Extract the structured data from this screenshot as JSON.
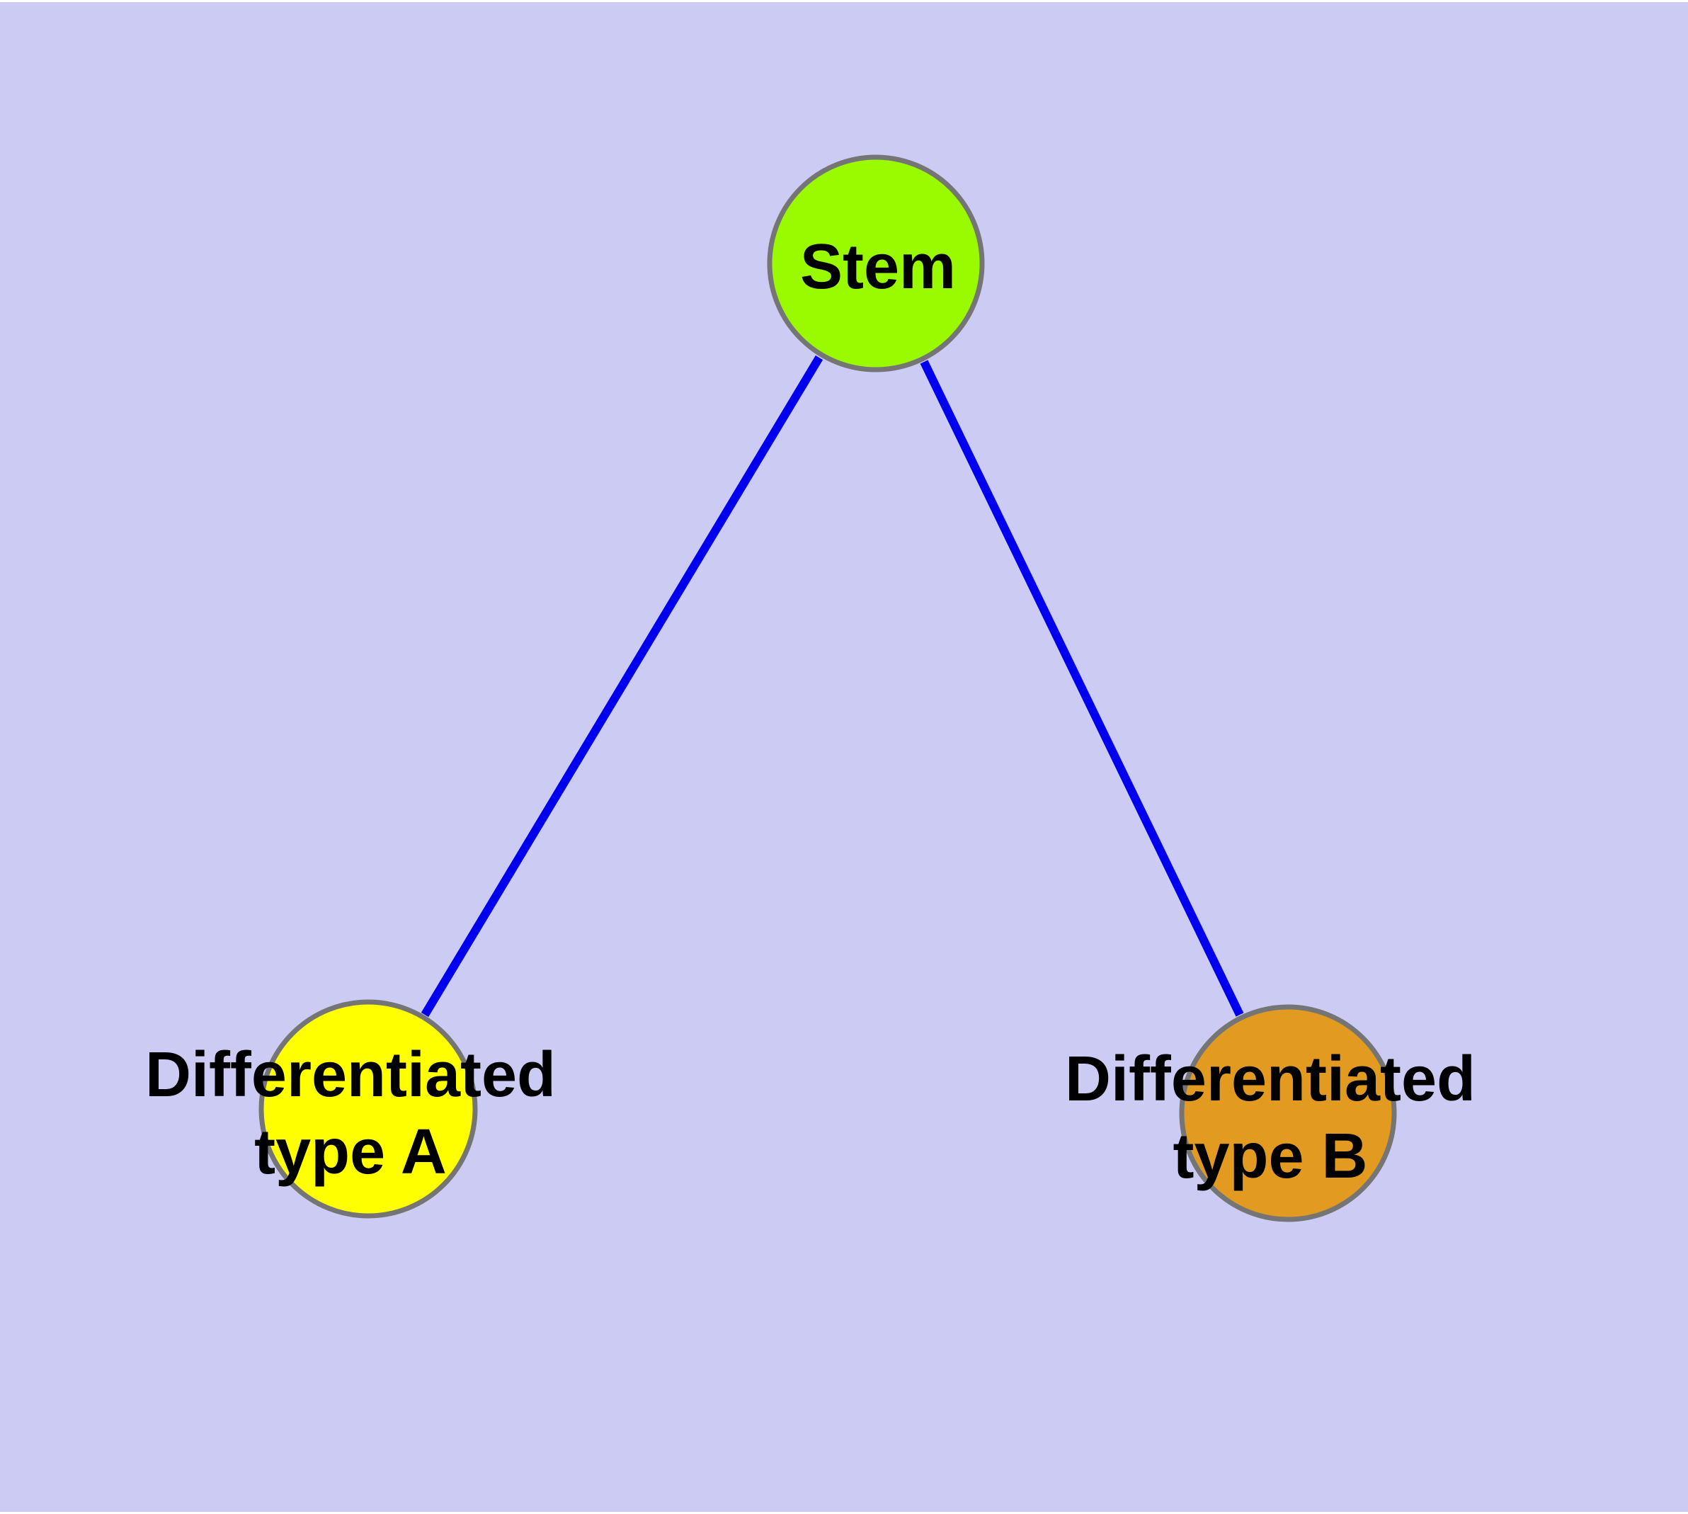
{
  "figure": {
    "kind": "network-diagram",
    "background_color": "#CBCBF3",
    "page_color": "#FFFFFF",
    "edge_color": "#0000EE",
    "node_border_color": "#757575",
    "label_color": "#000000"
  },
  "graph": {
    "nodes": [
      {
        "id": "stem",
        "label": "Stem",
        "label_lines": {
          "0": "Stem"
        },
        "fill": "#9AFB00"
      },
      {
        "id": "differentiated-type-a",
        "label": "Differentiated type A",
        "label_lines": {
          "0": "Differentiated",
          "1": "type A"
        },
        "fill": "#FFFF00"
      },
      {
        "id": "differentiated-type-b",
        "label": "Differentiated type B",
        "label_lines": {
          "0": "Differentiated",
          "1": "type B"
        },
        "fill": "#E29A21"
      }
    ],
    "edges": [
      {
        "from": "stem",
        "to": "differentiated-type-a"
      },
      {
        "from": "stem",
        "to": "differentiated-type-b"
      }
    ]
  }
}
